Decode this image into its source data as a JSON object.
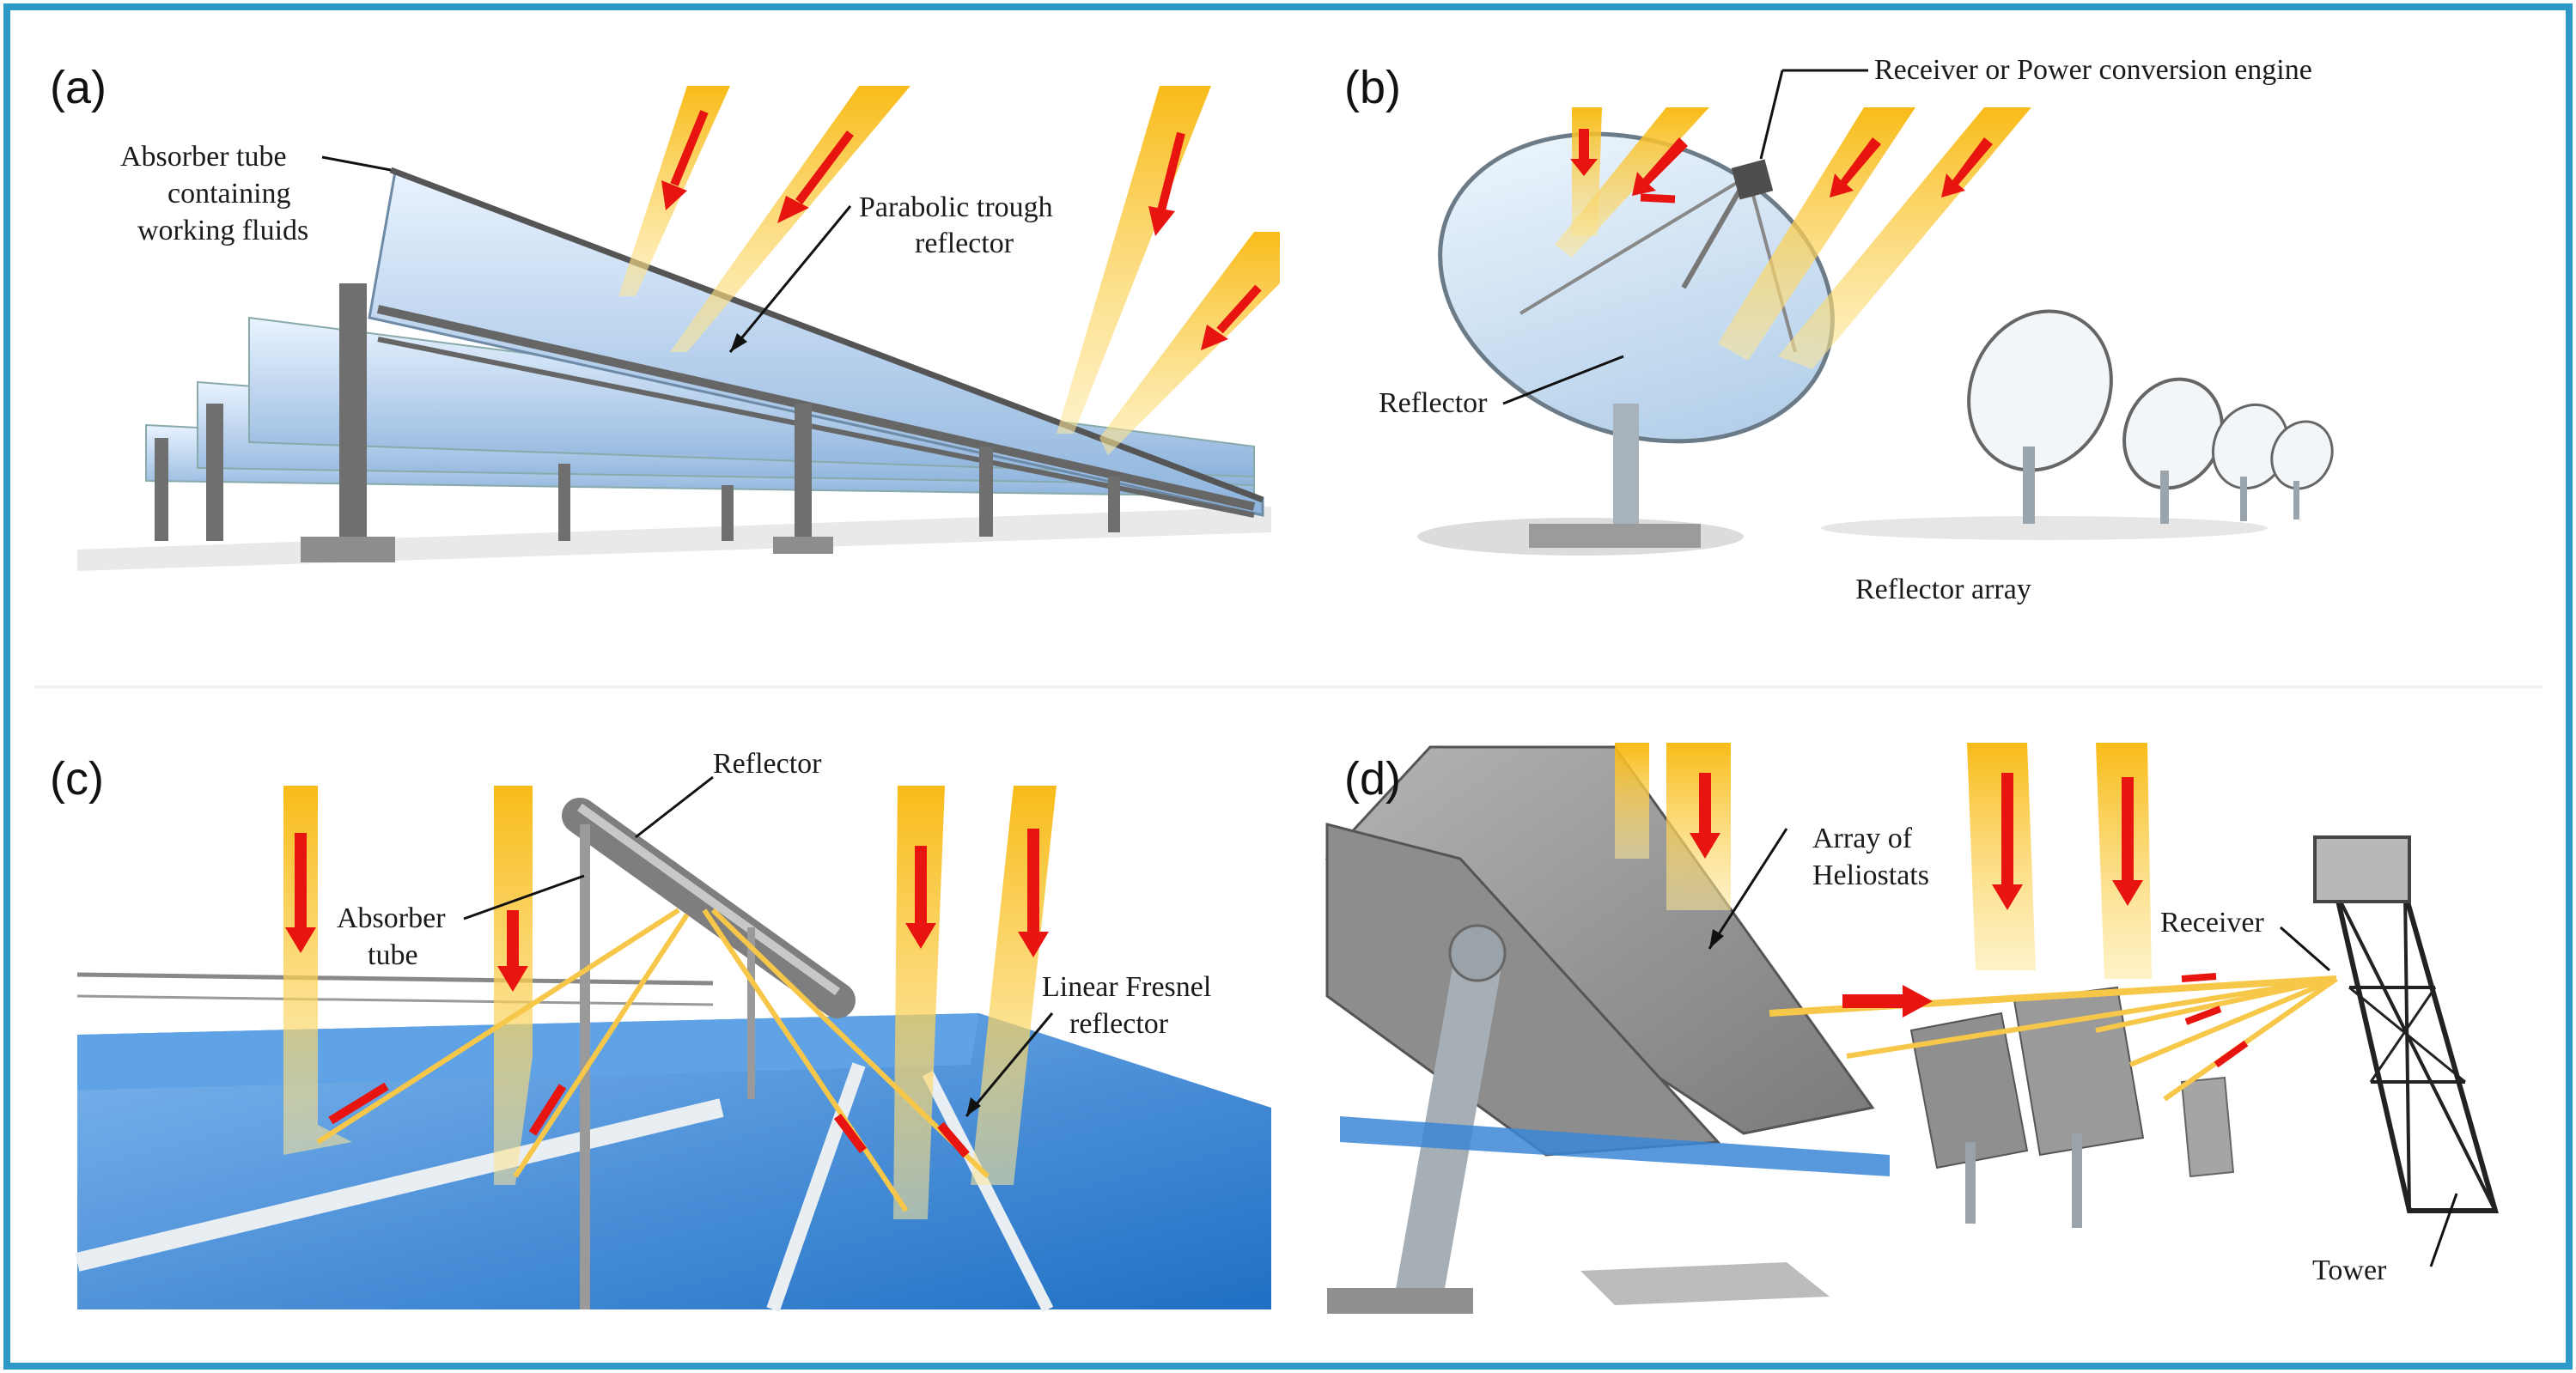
{
  "colors": {
    "frame": "#2c9ac9",
    "arrow": "#e8140f",
    "beam": "#f9c21a",
    "blue_mirror": "#3b86d6",
    "steel": "#6f6f6f"
  },
  "panels": {
    "a": {
      "tag": "(a)",
      "absorber_l1": "Absorber tube",
      "absorber_l2": "containing",
      "absorber_l3": "working fluids",
      "trough_l1": "Parabolic trough",
      "trough_l2": "reflector"
    },
    "b": {
      "tag": "(b)",
      "receiver": "Receiver or Power conversion engine",
      "reflector": "Reflector",
      "array": "Reflector array"
    },
    "c": {
      "tag": "(c)",
      "reflector": "Reflector",
      "absorber_l1": "Absorber",
      "absorber_l2": "tube",
      "fresnel_l1": "Linear Fresnel",
      "fresnel_l2": "reflector"
    },
    "d": {
      "tag": "(d)",
      "heliostats_l1": "Array of",
      "heliostats_l2": "Heliostats",
      "receiver": "Receiver",
      "tower": "Tower"
    }
  }
}
